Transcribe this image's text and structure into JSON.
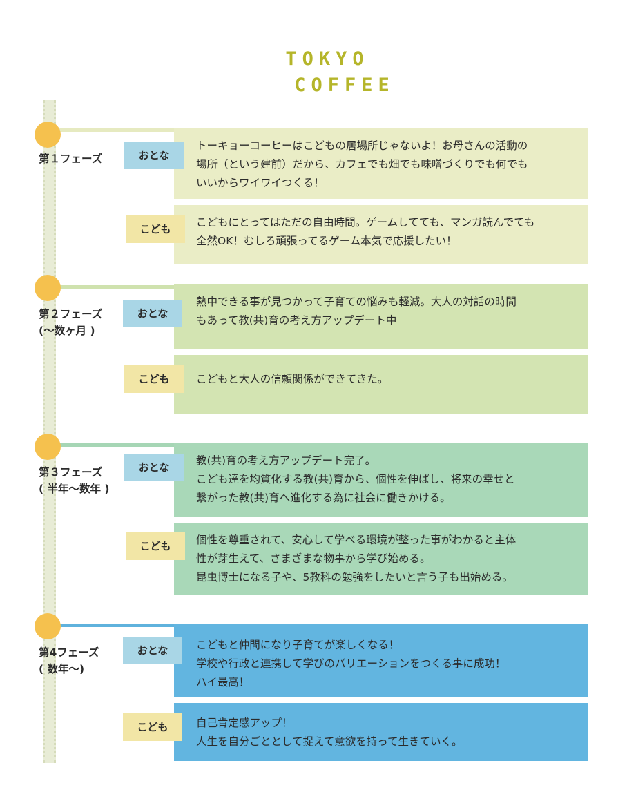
{
  "logo": {
    "line1": "TOKYO",
    "line2": "COFFEE"
  },
  "phases": [
    {
      "label": "第１フェーズ",
      "adult_tag": "おとな",
      "adult_text": "トーキョーコーヒーはこどもの居場所じゃないよ！お母さんの活動の\n場所（という建前）だから、カフェでも畑でも味噌づくりでも何でも\nいいからワイワイつくる！",
      "child_tag": "こども",
      "child_text": "こどもにとってはただの自由時間。ゲームしてても、マンガ読んでても\n全然OK！むしろ頑張ってるゲーム本気で応援したい！"
    },
    {
      "label": "第２フェーズ\n(〜数ヶ月 )",
      "adult_tag": "おとな",
      "adult_text": "熱中できる事が見つかって子育ての悩みも軽減。大人の対話の時間\nもあって教(共)育の考え方アップデート中",
      "child_tag": "こども",
      "child_text": "こどもと大人の信頼関係ができてきた。"
    },
    {
      "label": "第３フェーズ\n( 半年〜数年 )",
      "adult_tag": "おとな",
      "adult_text": "教(共)育の考え方アップデート完了。\nこども達を均質化する教(共)育から、個性を伸ばし、将来の幸せと\n繋がった教(共)育へ進化する為に社会に働きかける。",
      "child_tag": "こども",
      "child_text": "個性を尊重されて、安心して学べる環境が整った事がわかると主体\n性が芽生えて、さまざまな物事から学び始める。\n昆虫博士になる子や、5教科の勉強をしたいと言う子も出始める。"
    },
    {
      "label": "第4フェーズ\n( 数年〜)",
      "adult_tag": "おとな",
      "adult_text": "こどもと仲間になり子育てが楽しくなる！\n学校や行政と連携して学びのバリエーションをつくる事に成功！\nハイ最高！",
      "child_tag": "こども",
      "child_text": "自己肯定感アップ！\n人生を自分ごととして捉えて意欲を持って生きていく。"
    }
  ],
  "colors": {
    "dot": "#f5c14e",
    "phase1": "#eaedc6",
    "phase2": "#d3e4b2",
    "phase3": "#a9d8b8",
    "phase4": "#62b5e0",
    "adult_tag": "#a9d6e6",
    "child_tag": "#f2e6a6",
    "logo": "#b5b52a"
  }
}
